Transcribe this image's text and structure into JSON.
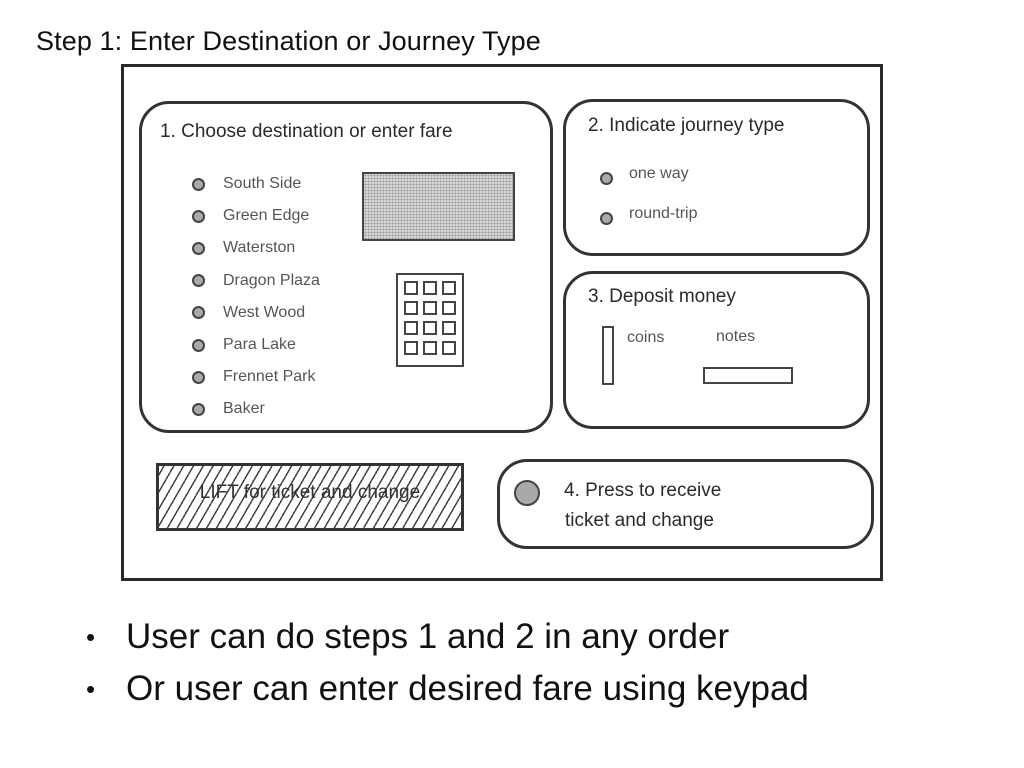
{
  "title": "Step 1: Enter Destination or Journey Type",
  "panel1": {
    "title": "1.  Choose destination or enter fare",
    "destinations": [
      "South Side",
      "Green Edge",
      "Waterston",
      "Dragon Plaza",
      "West Wood",
      "Para Lake",
      "Frennet Park",
      "Baker"
    ]
  },
  "panel2": {
    "title": "2.  Indicate journey type",
    "options": [
      "one way",
      "round-trip"
    ]
  },
  "panel3": {
    "title": "3.  Deposit money",
    "coins_label": "coins",
    "notes_label": "notes"
  },
  "panel4": {
    "line1": "4.  Press to receive",
    "line2": "ticket and change"
  },
  "lift_label": "LIFT for ticket and change",
  "bullets": [
    "User can do steps 1 and 2 in any order",
    "Or user can enter desired fare using keypad"
  ]
}
